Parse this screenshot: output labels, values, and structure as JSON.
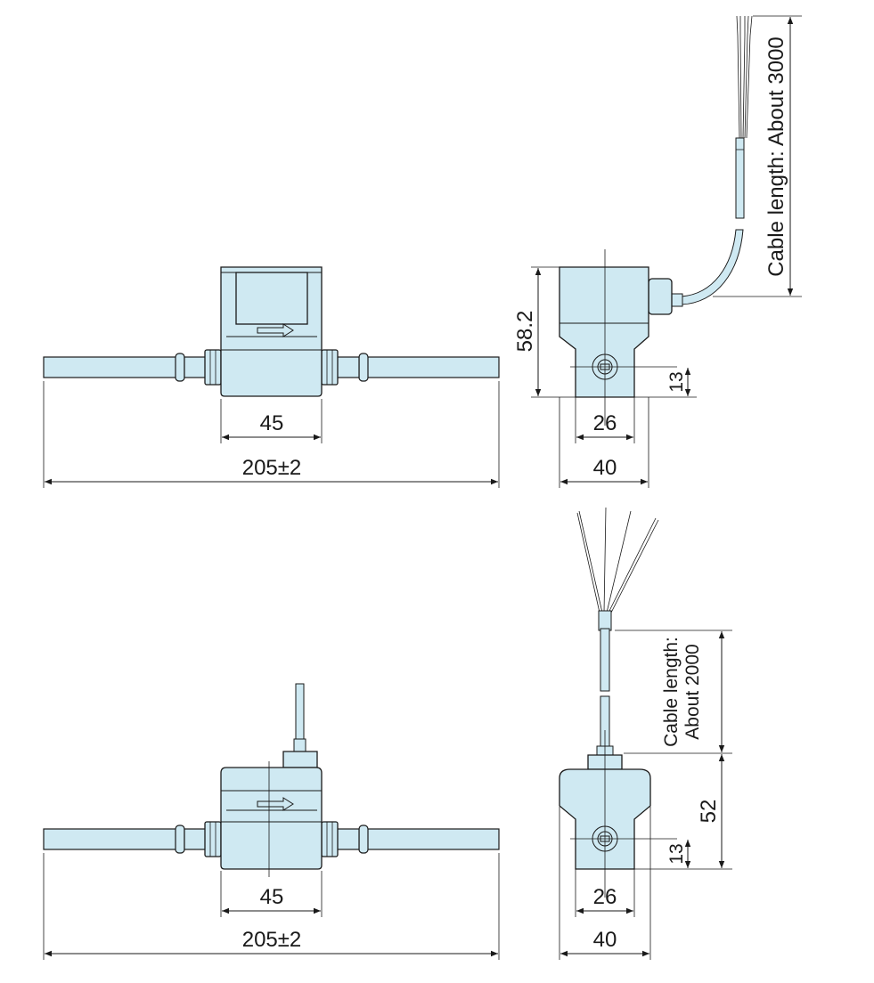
{
  "colors": {
    "body_fill": "#cfe9f2",
    "line": "#1a1a1a",
    "background": "#ffffff"
  },
  "model_a": {
    "front": {
      "width_label": "45",
      "length_label": "205±2"
    },
    "side": {
      "height_label": "58.2",
      "base_width_label": "26",
      "total_width_label": "40",
      "port_offset_label": "13",
      "cable_label": "Cable length: About 3000"
    }
  },
  "model_b": {
    "front": {
      "width_label": "45",
      "length_label": "205±2"
    },
    "side": {
      "height_label": "52",
      "base_width_label": "26",
      "total_width_label": "40",
      "port_offset_label": "13",
      "cable_label_line1": "Cable length:",
      "cable_label_line2": "About 2000"
    }
  }
}
